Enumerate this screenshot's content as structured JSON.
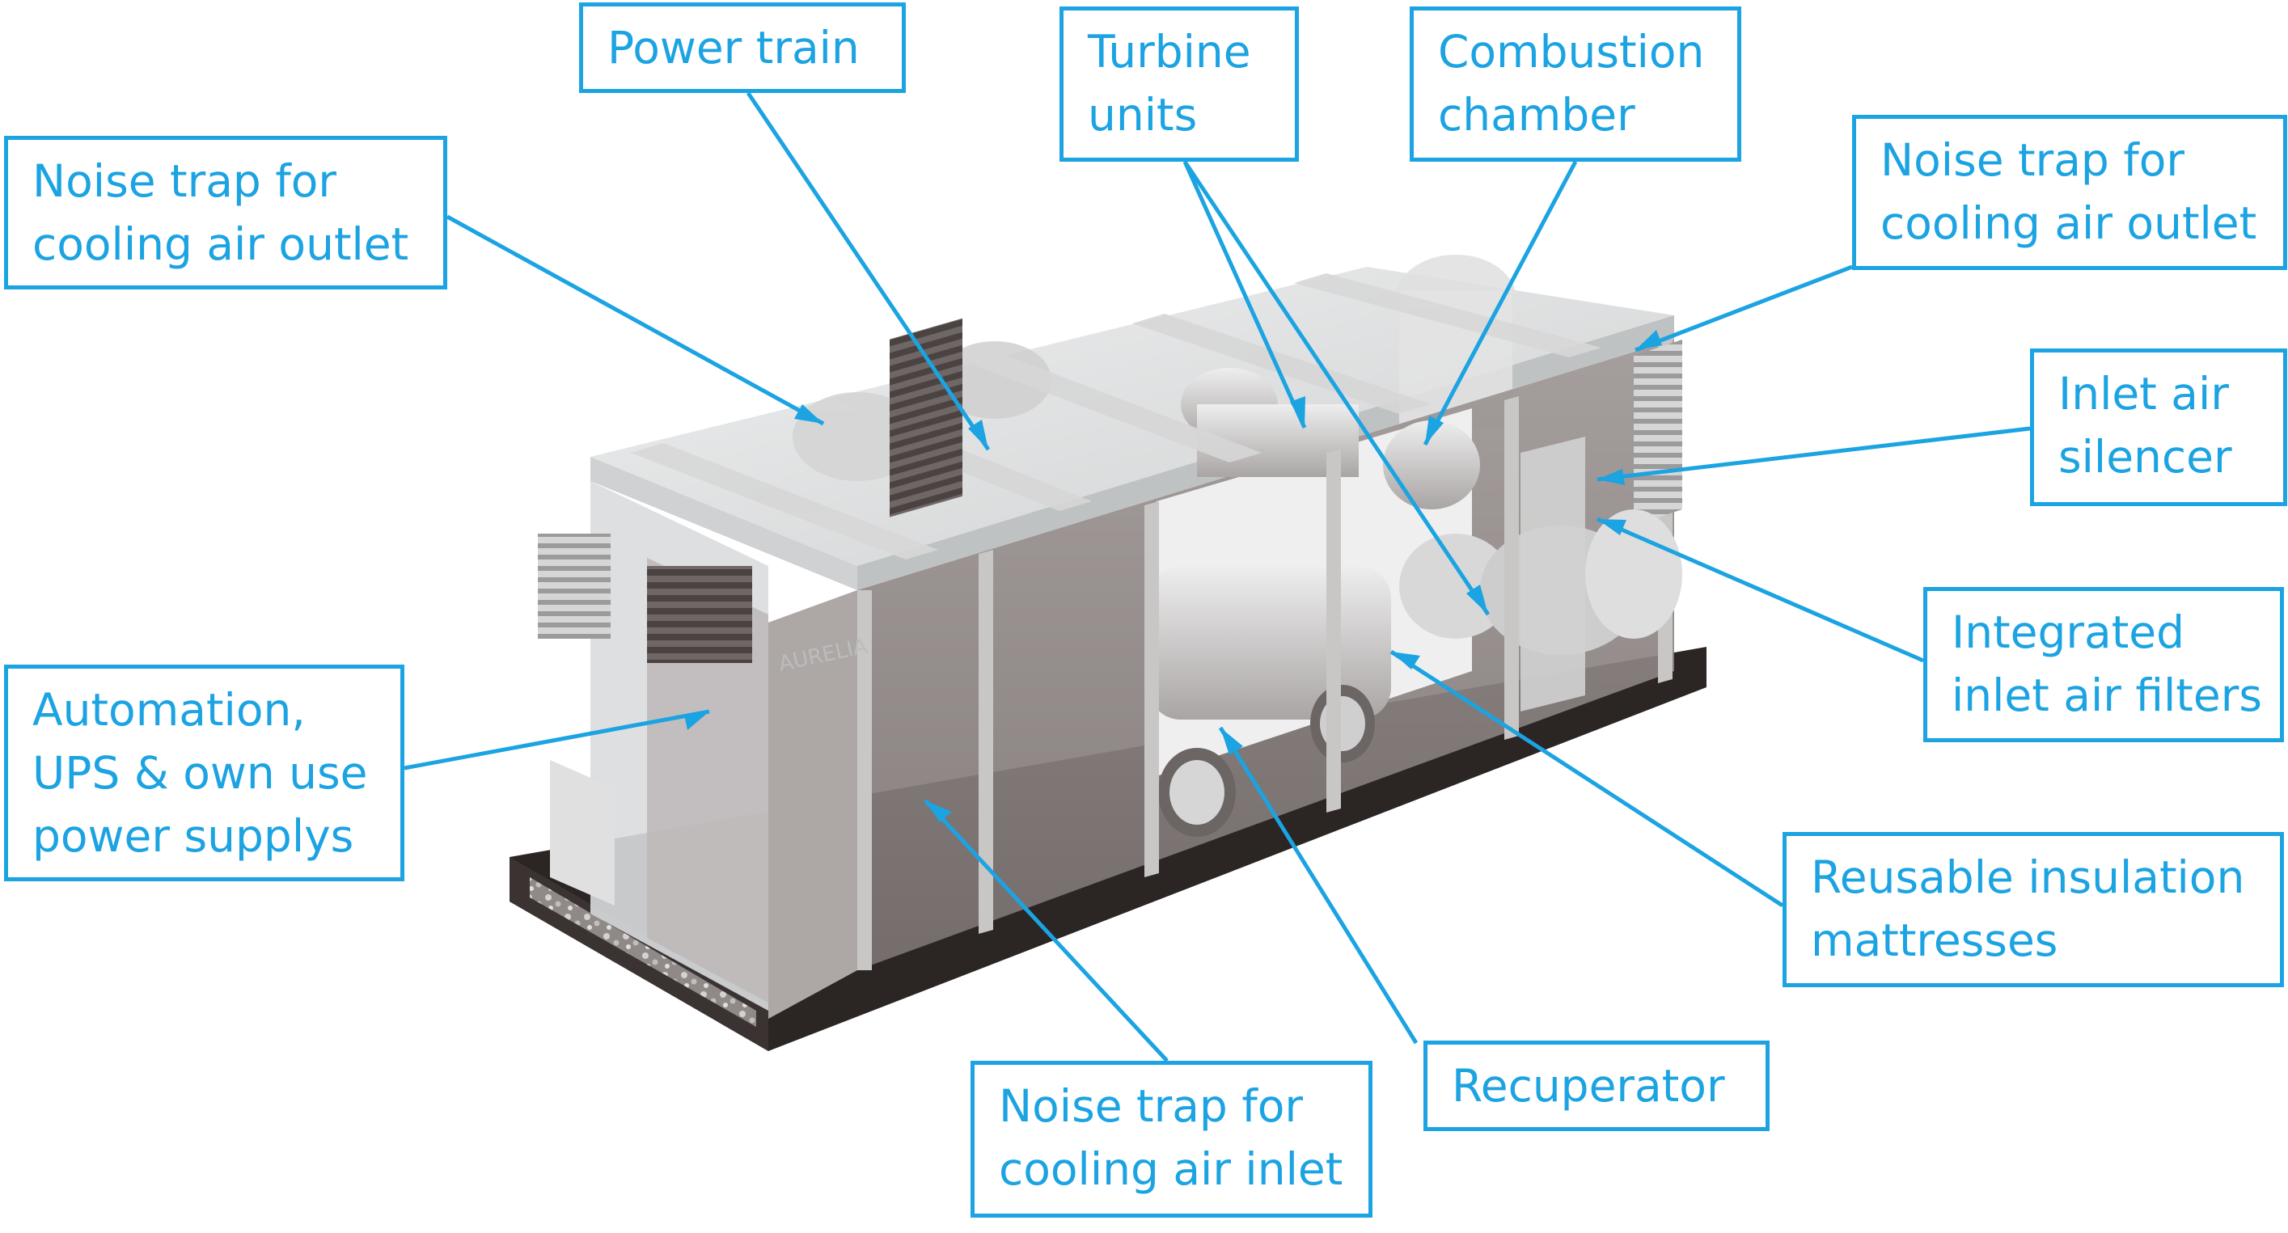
{
  "colors": {
    "accent": "#1ba3e2",
    "panel": "#8d8582",
    "frame": "#c9c7c6",
    "base": "#2b2524",
    "glass": "#d9dcdd"
  },
  "unit": {
    "brand": "AURELIA"
  },
  "callouts": [
    {
      "id": "power-train",
      "lines": [
        "Power train"
      ]
    },
    {
      "id": "turbine-units",
      "lines": [
        "Turbine",
        "units"
      ]
    },
    {
      "id": "combustion-chamber",
      "lines": [
        "Combustion",
        "chamber"
      ]
    },
    {
      "id": "noise-trap-outlet-left",
      "lines": [
        "Noise trap for",
        "cooling air outlet"
      ]
    },
    {
      "id": "noise-trap-outlet-right",
      "lines": [
        "Noise trap for",
        "cooling air outlet"
      ]
    },
    {
      "id": "inlet-air-silencer",
      "lines": [
        "Inlet air",
        "silencer"
      ]
    },
    {
      "id": "integrated-inlet-filters",
      "lines": [
        "Integrated",
        "inlet air filters"
      ]
    },
    {
      "id": "automation-ups",
      "lines": [
        "Automation,",
        "UPS & own use",
        "power supplys"
      ]
    },
    {
      "id": "reusable-insulation",
      "lines": [
        "Reusable insulation",
        "mattresses"
      ]
    },
    {
      "id": "recuperator",
      "lines": [
        "Recuperator"
      ]
    },
    {
      "id": "noise-trap-inlet",
      "lines": [
        "Noise trap for",
        "cooling air inlet"
      ]
    }
  ]
}
